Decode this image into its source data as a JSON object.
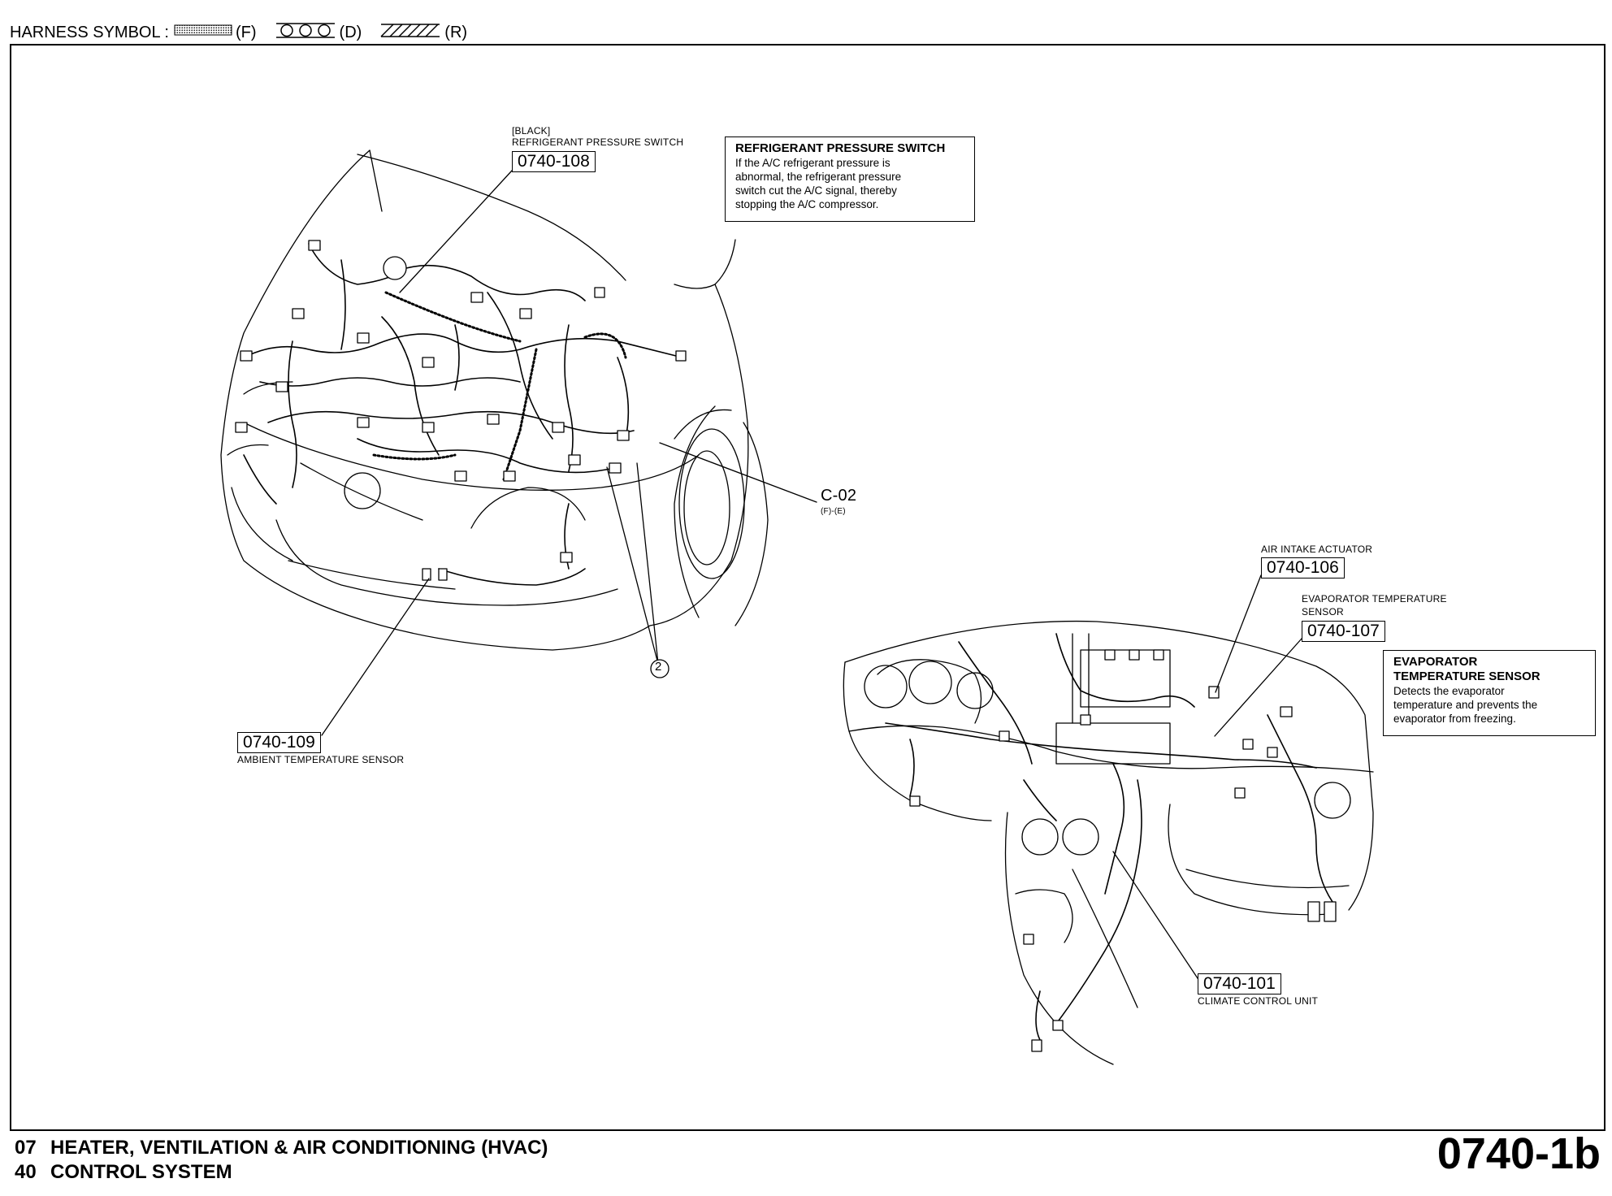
{
  "header": {
    "title": "HARNESS SYMBOL :",
    "symbols": [
      {
        "label": "(F)",
        "icon": "dotted-harness-icon"
      },
      {
        "label": "(D)",
        "icon": "circles-harness-icon"
      },
      {
        "label": "(R)",
        "icon": "hatched-harness-icon"
      }
    ]
  },
  "connectors": {
    "c108": {
      "tag": "[BLACK]",
      "name": "REFRIGERANT PRESSURE SWITCH",
      "code": "0740-108"
    },
    "c109": {
      "code": "0740-109",
      "name": "AMBIENT TEMPERATURE SENSOR"
    },
    "c106": {
      "name": "AIR INTAKE ACTUATOR",
      "code": "0740-106"
    },
    "c107": {
      "name_line1": "EVAPORATOR TEMPERATURE",
      "name_line2": "SENSOR",
      "code": "0740-107"
    },
    "c101": {
      "code": "0740-101",
      "name": "CLIMATE CONTROL UNIT"
    },
    "c02": {
      "code": "C-02",
      "sub": "(F)-(E)"
    },
    "ground": {
      "label": "2"
    }
  },
  "descriptions": {
    "rps": {
      "title": "REFRIGERANT PRESSURE SWITCH",
      "lines": [
        "If the A/C refrigerant pressure is",
        "abnormal, the refrigerant pressure",
        "switch cut the A/C signal, thereby",
        "stopping the A/C compressor."
      ]
    },
    "ets": {
      "title1": "EVAPORATOR",
      "title2": "TEMPERATURE SENSOR",
      "lines": [
        "Detects the evaporator",
        "temperature and prevents the",
        "evaporator from freezing."
      ]
    }
  },
  "footer": {
    "section1_num": "07",
    "section1_title": "HEATER, VENTILATION & AIR CONDITIONING (HVAC)",
    "section2_num": "40",
    "section2_title": "CONTROL SYSTEM",
    "page_code": "0740-1b"
  }
}
